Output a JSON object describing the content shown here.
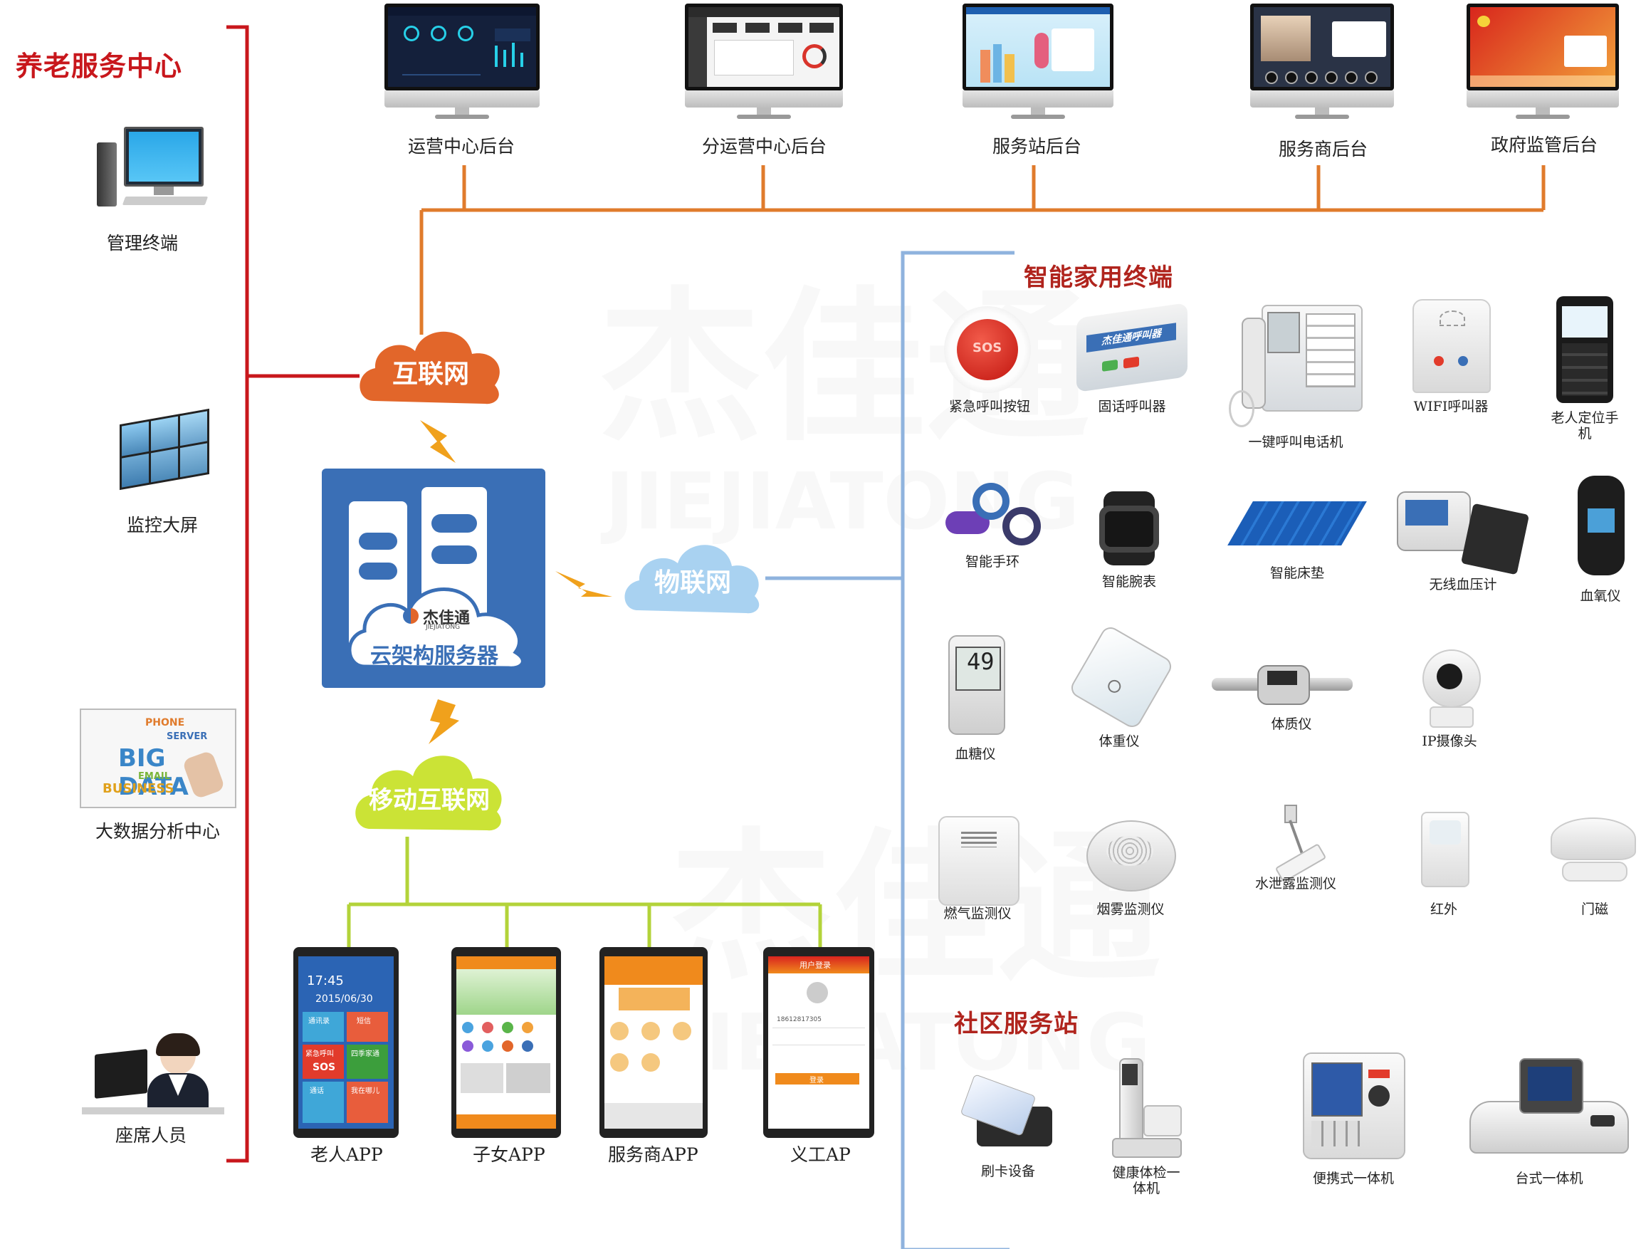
{
  "title": "养老服务中心",
  "watermark": {
    "cn": "杰佳通",
    "en": "JIEJIATONG"
  },
  "colors": {
    "red_line": "#c8171c",
    "orange_line": "#e07b2c",
    "blue_line": "#8fb3de",
    "green_line": "#b3d33a",
    "title_red": "#b0241d",
    "server_blue": "#3a6fb6"
  },
  "left_items": [
    {
      "label": "管理终端",
      "icon": "desktop-computer-icon"
    },
    {
      "label": "监控大屏",
      "icon": "video-wall-icon"
    },
    {
      "label": "大数据分析中心",
      "icon": "big-data-icon"
    },
    {
      "label": "座席人员",
      "icon": "call-center-agent-icon"
    }
  ],
  "big_data_text": {
    "main": "BIG DATA",
    "phone": "PHONE",
    "server": "SERVER",
    "business": "BUSINESS",
    "email": "EMAIL"
  },
  "backends": [
    {
      "label": "运营中心后台"
    },
    {
      "label": "分运营中心后台"
    },
    {
      "label": "服务站后台"
    },
    {
      "label": "服务商后台"
    },
    {
      "label": "政府监管后台"
    }
  ],
  "clouds": {
    "internet": "互联网",
    "iot": "物联网",
    "mobile": "移动互联网"
  },
  "server": {
    "brand_cn": "杰佳通",
    "brand_en": "JIEJIATONG",
    "label": "云架构服务器"
  },
  "apps": [
    {
      "label": "老人APP"
    },
    {
      "label": "子女APP"
    },
    {
      "label": "服务商APP"
    },
    {
      "label": "义工AP"
    }
  ],
  "phone_screens": {
    "elder": {
      "time": "17:45",
      "date": "2015/06/30",
      "tile1": "通讯录",
      "tile2": "短信",
      "tile3": "紧急呼叫",
      "tile4": "四季家通",
      "tile5": "通话",
      "tile6": "我在哪儿",
      "sos": "SOS"
    },
    "volunteer": {
      "header": "用户登录",
      "phone_no": "18612817305",
      "btn": "登录"
    }
  },
  "home_section": {
    "title": "智能家用终端"
  },
  "home_devices": [
    {
      "label": "紧急呼叫按钮",
      "icon": "sos-button-icon",
      "sos": "SOS"
    },
    {
      "label": "固话呼叫器",
      "icon": "landline-caller-icon",
      "badge": "杰佳通呼叫器"
    },
    {
      "label": "一键呼叫电话机",
      "icon": "desk-phone-icon"
    },
    {
      "label": "WIFI呼叫器",
      "icon": "wifi-caller-icon"
    },
    {
      "label": "老人定位手机",
      "icon": "locator-phone-icon"
    },
    {
      "label": "智能手环",
      "icon": "smart-band-icon"
    },
    {
      "label": "智能腕表",
      "icon": "smart-watch-icon"
    },
    {
      "label": "智能床垫",
      "icon": "smart-mattress-icon"
    },
    {
      "label": "无线血压计",
      "icon": "blood-pressure-monitor-icon"
    },
    {
      "label": "血氧仪",
      "icon": "oximeter-icon"
    },
    {
      "label": "血糖仪",
      "icon": "glucose-meter-icon",
      "reading": "49"
    },
    {
      "label": "体重仪",
      "icon": "weight-scale-icon"
    },
    {
      "label": "体质仪",
      "icon": "body-fat-meter-icon"
    },
    {
      "label": "IP摄像头",
      "icon": "ip-camera-icon"
    },
    {
      "label": "燃气监测仪",
      "icon": "gas-detector-icon"
    },
    {
      "label": "烟雾监测仪",
      "icon": "smoke-detector-icon"
    },
    {
      "label": "水泄露监测仪",
      "icon": "water-leak-sensor-icon"
    },
    {
      "label": "红外",
      "icon": "infrared-sensor-icon"
    },
    {
      "label": "门磁",
      "icon": "door-magnet-icon"
    }
  ],
  "community_section": {
    "title": "社区服务站"
  },
  "community_devices": [
    {
      "label": "刷卡设备",
      "icon": "card-reader-icon"
    },
    {
      "label": "健康体检一体机",
      "icon": "health-kiosk-icon"
    },
    {
      "label": "便携式一体机",
      "icon": "portable-monitor-icon"
    },
    {
      "label": "台式一体机",
      "icon": "desktop-monitor-device-icon"
    }
  ]
}
